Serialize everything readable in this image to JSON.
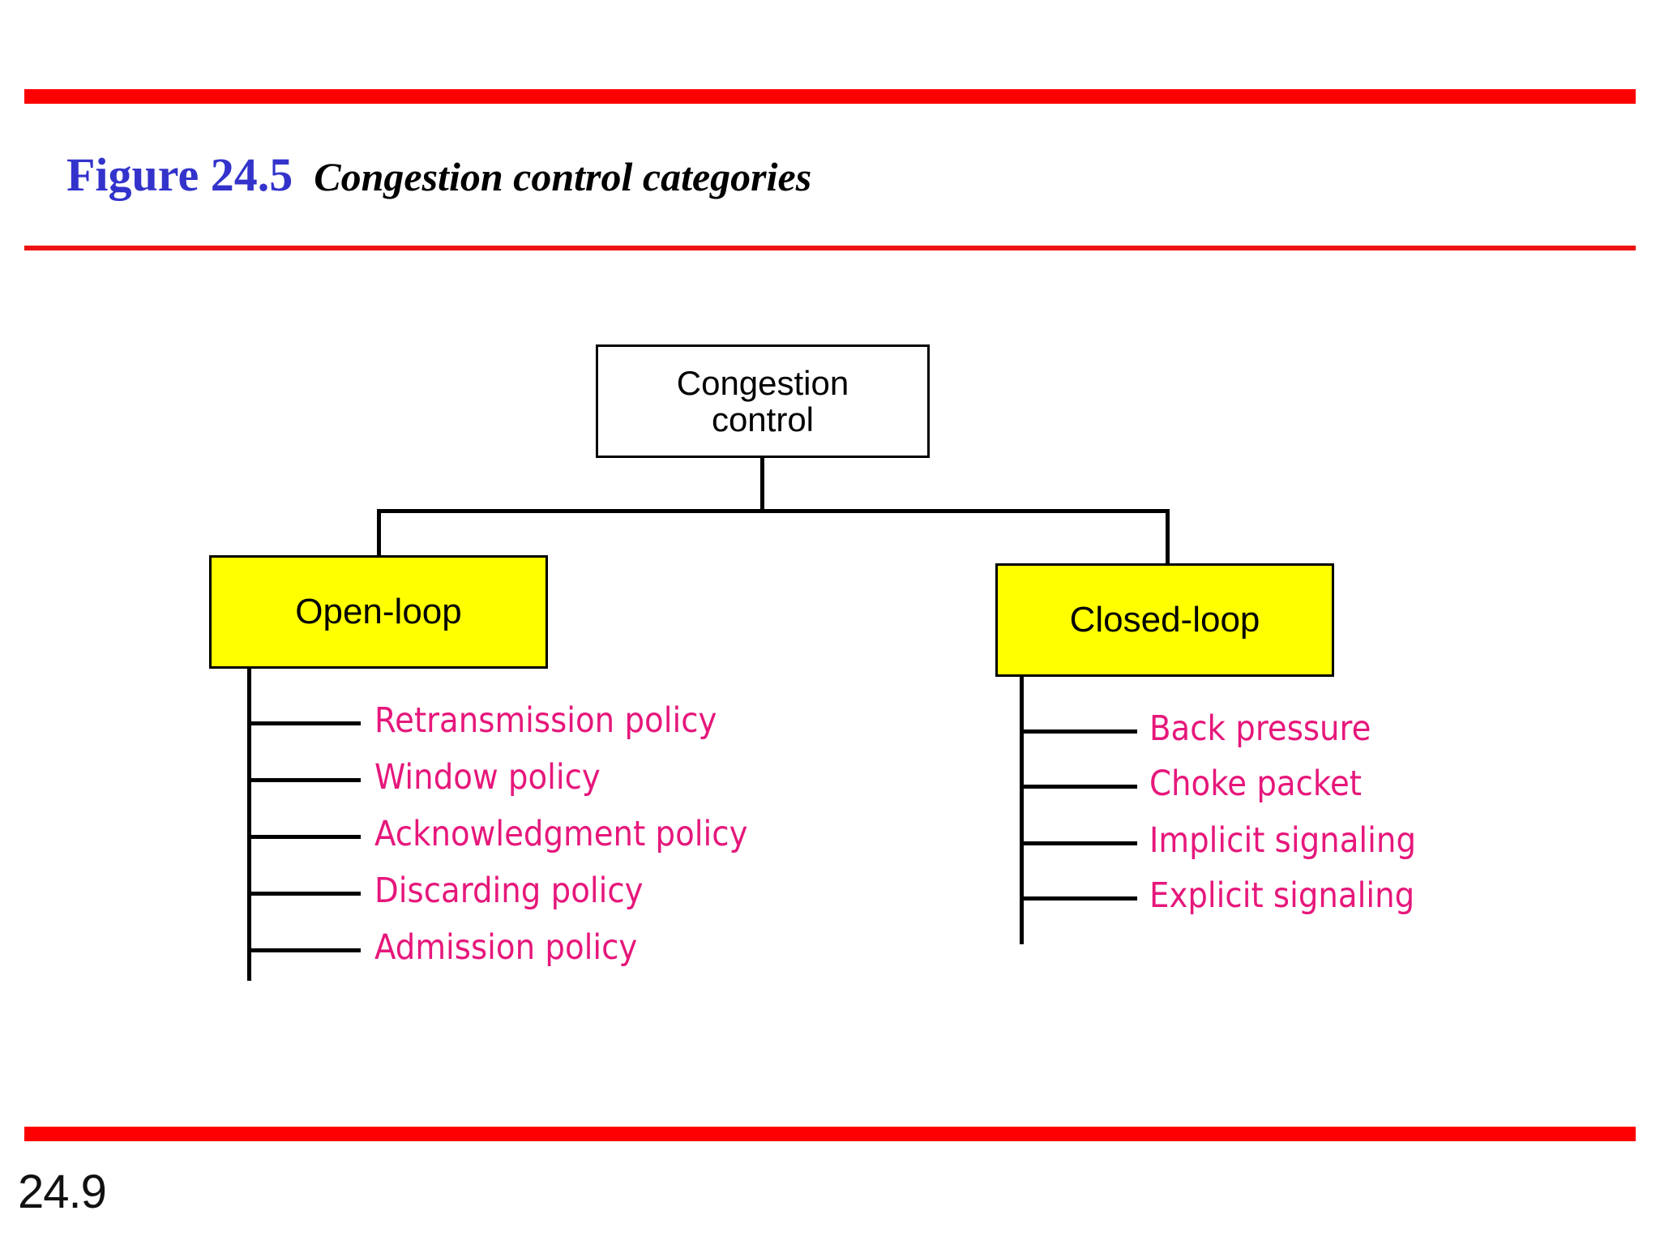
{
  "slide": {
    "page_number": "24.9",
    "accent_rule_color": "#fe0000",
    "figure_label": "Figure 24.5",
    "figure_caption": "Congestion control categories",
    "figure_label_color": "#3333cc"
  },
  "diagram": {
    "type": "tree",
    "colors": {
      "root_fill": "#ffffff",
      "branch_fill": "#ffff00",
      "leaf_text": "#e6177b",
      "line": "#000000",
      "shadow": "#333333"
    },
    "root": {
      "label": "Congestion control",
      "line1": "Congestion",
      "line2": "control"
    },
    "branches": [
      {
        "label": "Open-loop",
        "leaves": [
          "Retransmission policy",
          "Window policy",
          "Acknowledgment policy",
          "Discarding policy",
          "Admission policy"
        ]
      },
      {
        "label": "Closed-loop",
        "leaves": [
          "Back pressure",
          "Choke packet",
          "Implicit signaling",
          "Explicit signaling"
        ]
      }
    ]
  }
}
